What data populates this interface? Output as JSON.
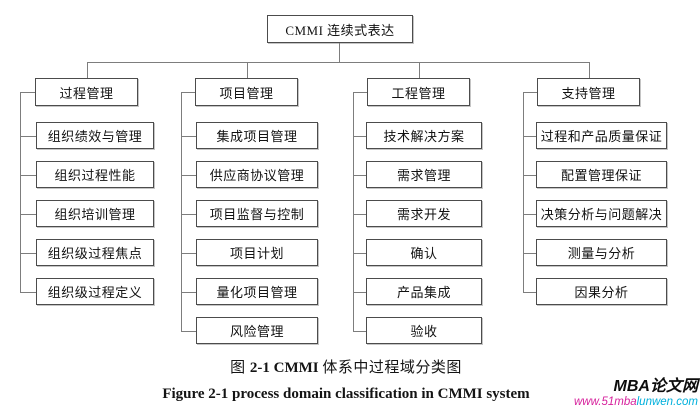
{
  "root_label": "CMMI 连续式表达",
  "columns": [
    {
      "header": "过程管理",
      "items": [
        "组织绩效与管理",
        "组织过程性能",
        "组织培训管理",
        "组织级过程焦点",
        "组织级过程定义"
      ]
    },
    {
      "header": "项目管理",
      "items": [
        "集成项目管理",
        "供应商协议管理",
        "项目监督与控制",
        "项目计划",
        "量化项目管理",
        "风险管理"
      ]
    },
    {
      "header": "工程管理",
      "items": [
        "技术解决方案",
        "需求管理",
        "需求开发",
        "确认",
        "产品集成",
        "验收"
      ]
    },
    {
      "header": "支持管理",
      "items": [
        "过程和产品质量保证",
        "配置管理保证",
        "决策分析与问题解决",
        "测量与分析",
        "因果分析"
      ]
    }
  ],
  "caption_zh": {
    "pre": "图 ",
    "num": "2-1 CMMI ",
    "post": "体系中过程域分类图"
  },
  "caption_en": "Figure 2-1 process domain classification in CMMI system",
  "watermark": {
    "name": "MBA论文网",
    "url_left": "www.51mba",
    "url_right": "lunwen.com"
  },
  "colors": {
    "box_border": "#4c4c4c",
    "connector": "#7d7d7d",
    "watermark_name": "#0d0d0d",
    "watermark_url_left": "#d6219c",
    "watermark_url_right": "#00b0dc"
  }
}
